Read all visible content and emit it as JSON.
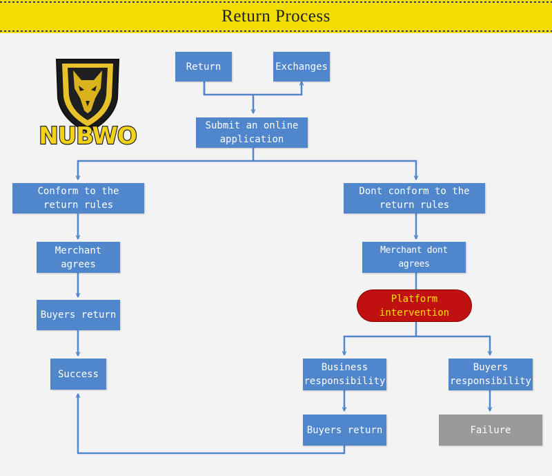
{
  "header": {
    "title": "Return Process"
  },
  "logo": {
    "brand_text": "NUBWO",
    "icon": "wolf-shield-logo"
  },
  "flow": {
    "return": "Return",
    "exchanges": "Exchanges",
    "submit": "Submit an online\napplication",
    "conform": "Conform to the\nreturn rules",
    "dont_conform": "Dont conform to the\nreturn rules",
    "merchant_agrees": "Merchant agrees",
    "merchant_dont_agrees": "Merchant dont agrees",
    "buyers_return_left": "Buyers return",
    "platform": "Platform\nintervention",
    "success": "Success",
    "business_resp": "Business\nresponsibility",
    "buyers_resp": "Buyers\nresponsibility",
    "buyers_return_right": "Buyers return",
    "failure": "Failure"
  },
  "colors": {
    "header_bg": "#f2dd00",
    "box_blue": "#4f86cc",
    "connector": "#4f86cc",
    "platform_red": "#c01010",
    "platform_text": "#ffe000",
    "failure_grey": "#9a9a9a"
  }
}
